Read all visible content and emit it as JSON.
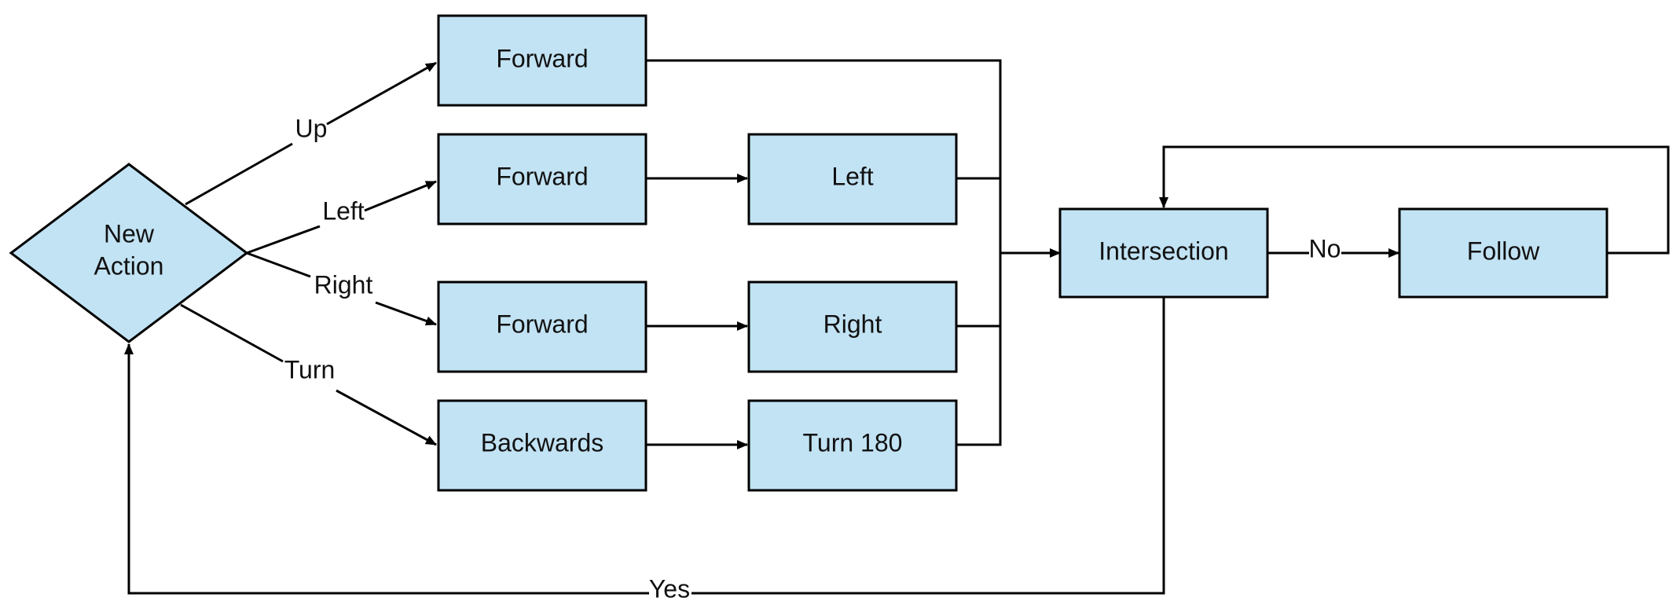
{
  "colors": {
    "fill": "#c2e3f4",
    "stroke": "#000000",
    "background": "#ffffff"
  },
  "nodes": {
    "new_action_line1": "New",
    "new_action_line2": "Action",
    "forward_up": "Forward",
    "forward_left": "Forward",
    "forward_right": "Forward",
    "backwards": "Backwards",
    "left": "Left",
    "right": "Right",
    "turn_180": "Turn 180",
    "intersection": "Intersection",
    "follow": "Follow"
  },
  "edges": {
    "up": "Up",
    "left": "Left",
    "right": "Right",
    "turn": "Turn",
    "no": "No",
    "yes": "Yes"
  }
}
